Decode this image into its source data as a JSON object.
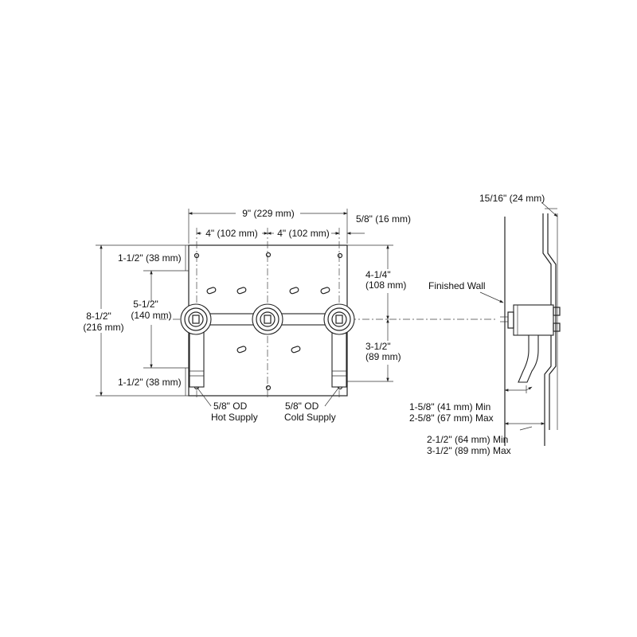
{
  "front_view": {
    "dims": {
      "overall_width": "9\" (229 mm)",
      "left_spacing": "4\" (102 mm)",
      "right_spacing": "4\" (102 mm)",
      "edge_offset": "5/8\" (16 mm)",
      "top_margin": "1-1/2\" (38 mm)",
      "bottom_margin": "1-1/2\" (38 mm)",
      "overall_height_in": "8-1/2\"",
      "overall_height_mm": "(216 mm)",
      "port_span_in": "5-1/2\"",
      "port_span_mm": "(140 mm)",
      "upper_height_in": "4-1/4\"",
      "upper_height_mm": "(108 mm)",
      "lower_height_in": "3-1/2\"",
      "lower_height_mm": "(89 mm)"
    },
    "hot_supply": {
      "size": "5/8\" OD",
      "name": "Hot Supply"
    },
    "cold_supply": {
      "size": "5/8\" OD",
      "name": "Cold Supply"
    }
  },
  "side_view": {
    "plate_thickness": "15/16\" (24 mm)",
    "finished_wall": "Finished Wall",
    "depth_a_min": "1-5/8\" (41 mm) Min",
    "depth_a_max": "2-5/8\" (67 mm) Max",
    "depth_b_min": "2-1/2\" (64 mm) Min",
    "depth_b_max": "3-1/2\" (89 mm) Max"
  }
}
